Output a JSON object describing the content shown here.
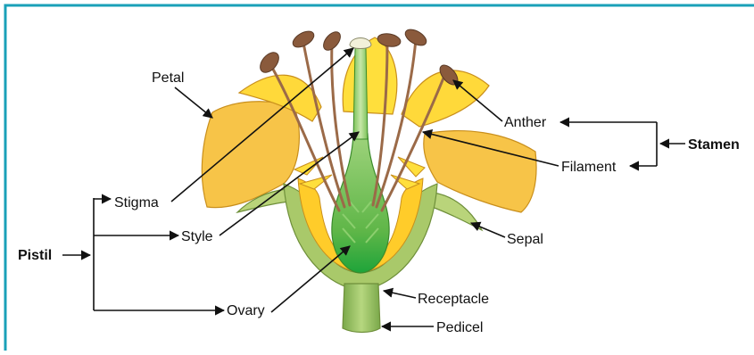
{
  "diagram": {
    "labels": {
      "petal": "Petal",
      "stigma": "Stigma",
      "style": "Style",
      "ovary": "Ovary",
      "pistil": "Pistil",
      "anther": "Anther",
      "filament": "Filament",
      "stamen": "Stamen",
      "sepal": "Sepal",
      "receptacle": "Receptacle",
      "pedicel": "Pedicel"
    },
    "colors": {
      "border": "#1aa0b8",
      "petal_outer": "#f7c448",
      "petal_inner": "#ffe13a",
      "sepal": "#a9c96a",
      "ovary": "#62b64a",
      "style": "#a8d68a",
      "anther": "#8a5a3c",
      "filament": "#9b6a48",
      "pedicel": "#8fbf5a"
    }
  }
}
